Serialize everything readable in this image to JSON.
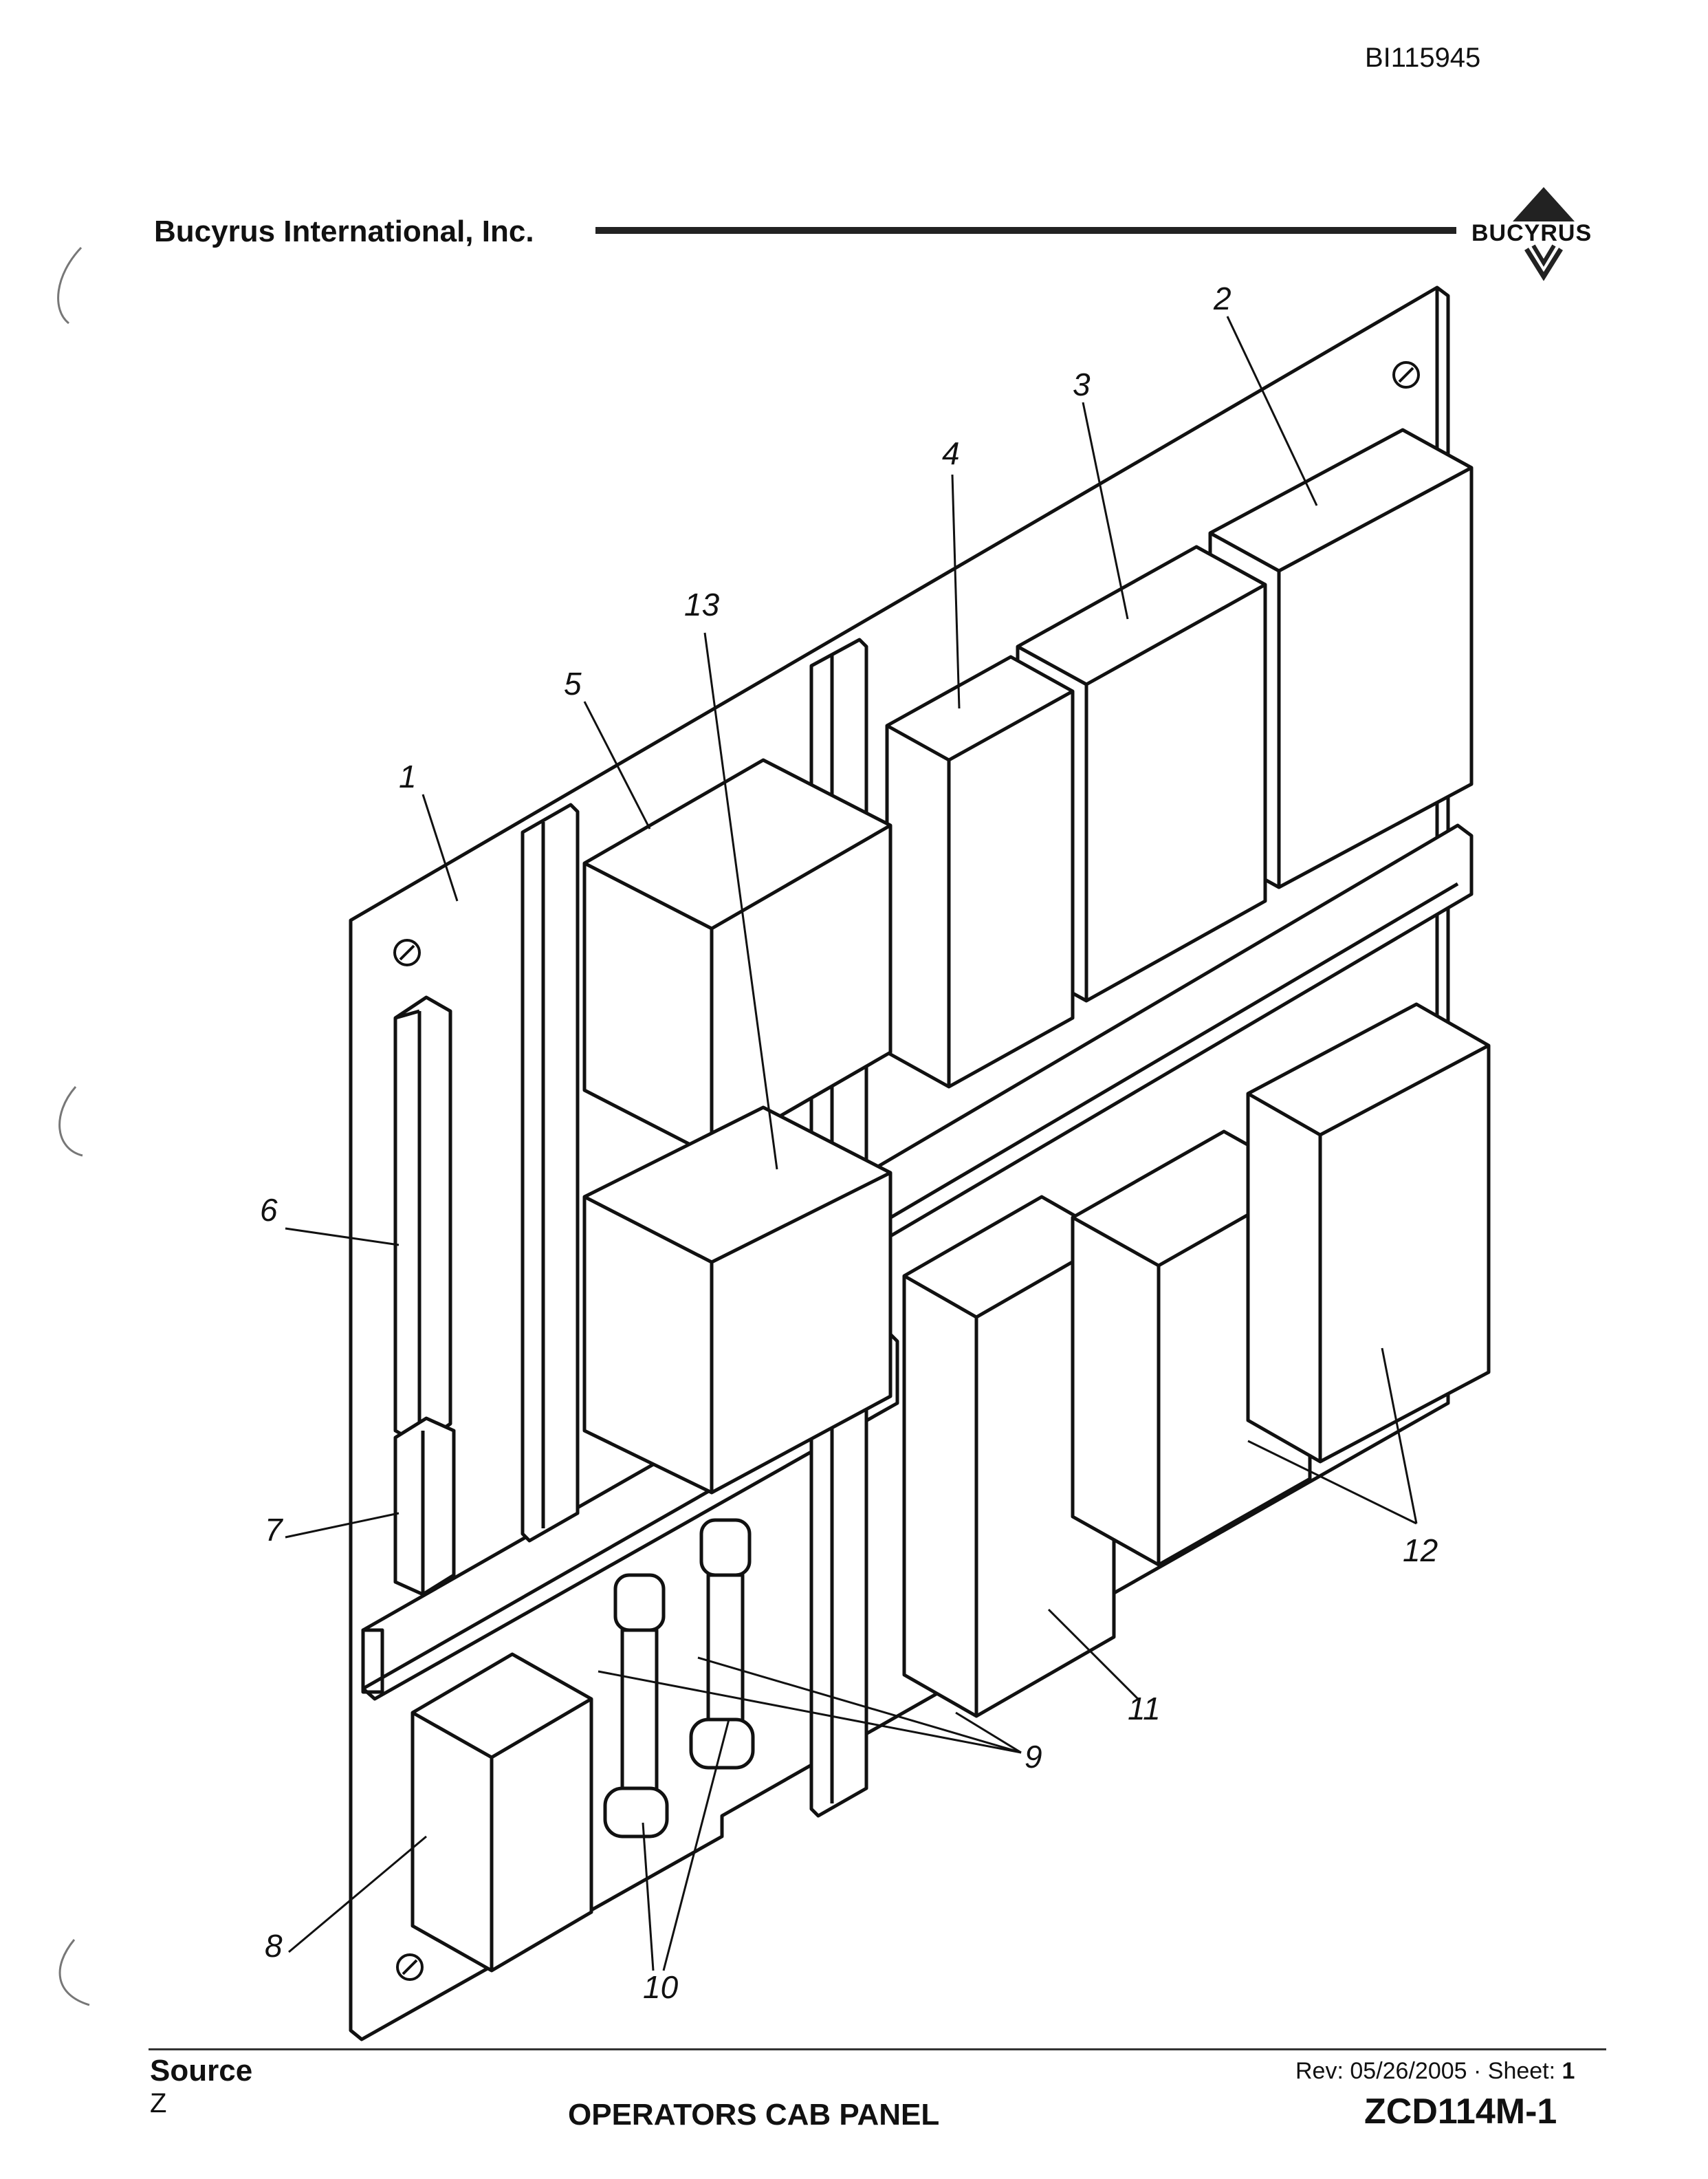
{
  "header": {
    "doc_id": "BI115945",
    "company": "Bucyrus International, Inc.",
    "brand": "BUCYRUS"
  },
  "callouts": [
    "1",
    "2",
    "3",
    "4",
    "5",
    "6",
    "7",
    "8",
    "9",
    "10",
    "11",
    "12",
    "13"
  ],
  "footer": {
    "source_label": "Source",
    "source_value": "Z",
    "title": "OPERATORS CAB PANEL",
    "rev_label": "Rev:",
    "rev_date": "05/26/2005",
    "sheet_label": "Sheet:",
    "sheet_value": "1",
    "drawing_no": "ZCD114M-1"
  }
}
